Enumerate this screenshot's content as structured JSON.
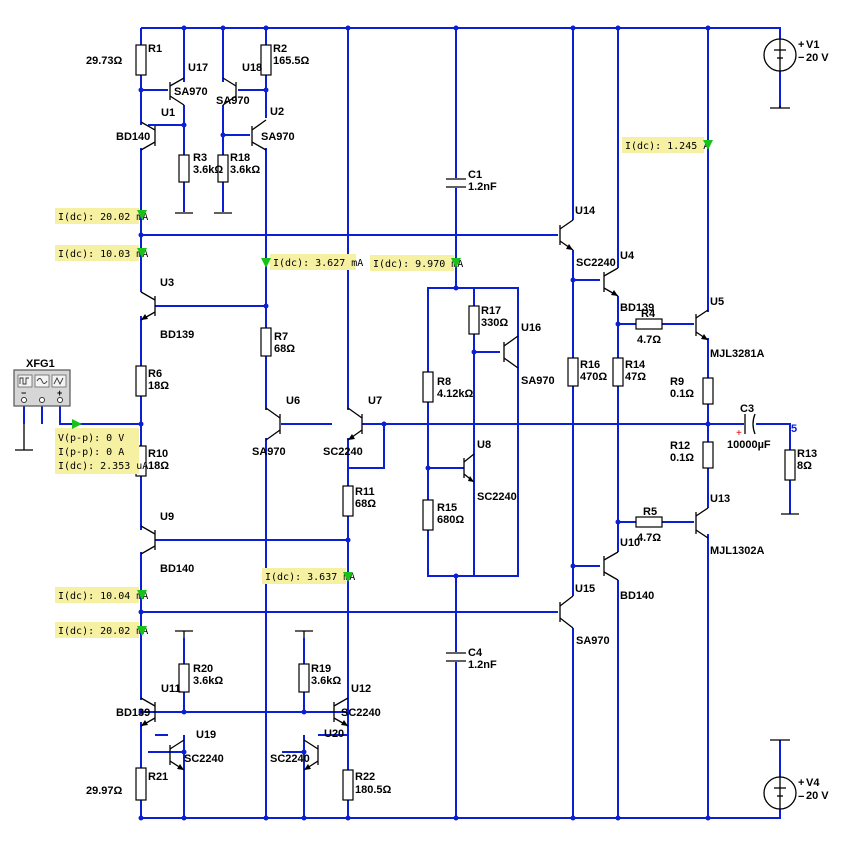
{
  "resistors": [
    {
      "id": "R1",
      "val": "29.73Ω"
    },
    {
      "id": "R2",
      "val": "165.5Ω"
    },
    {
      "id": "R3",
      "val": "3.6kΩ"
    },
    {
      "id": "R18",
      "val": "3.6kΩ"
    },
    {
      "id": "R6",
      "val": "18Ω"
    },
    {
      "id": "R10",
      "val": "18Ω"
    },
    {
      "id": "R7",
      "val": "68Ω"
    },
    {
      "id": "R11",
      "val": "68Ω"
    },
    {
      "id": "R8",
      "val": "4.12kΩ"
    },
    {
      "id": "R17",
      "val": "330Ω"
    },
    {
      "id": "R15",
      "val": "680Ω"
    },
    {
      "id": "R16",
      "val": "470Ω"
    },
    {
      "id": "R14",
      "val": "47Ω"
    },
    {
      "id": "R4",
      "val": "4.7Ω"
    },
    {
      "id": "R5",
      "val": "4.7Ω"
    },
    {
      "id": "R9",
      "val": "0.1Ω"
    },
    {
      "id": "R12",
      "val": "0.1Ω"
    },
    {
      "id": "R13",
      "val": "8Ω"
    },
    {
      "id": "R20",
      "val": "3.6kΩ"
    },
    {
      "id": "R19",
      "val": "3.6kΩ"
    },
    {
      "id": "R21",
      "val": "29.97Ω"
    },
    {
      "id": "R22",
      "val": "180.5Ω"
    }
  ],
  "capacitors": [
    {
      "id": "C1",
      "val": "1.2nF"
    },
    {
      "id": "C4",
      "val": "1.2nF"
    },
    {
      "id": "C3",
      "val": "10000µF"
    }
  ],
  "transistors": [
    {
      "id": "U17",
      "type": "SA970"
    },
    {
      "id": "U18",
      "type": "SA970"
    },
    {
      "id": "U1",
      "type": "BD140"
    },
    {
      "id": "U2",
      "type": "SA970"
    },
    {
      "id": "U3",
      "type": "BD139"
    },
    {
      "id": "U9",
      "type": "BD140"
    },
    {
      "id": "U6",
      "type": "SA970"
    },
    {
      "id": "U7",
      "type": "SC2240"
    },
    {
      "id": "U16",
      "type": "SA970"
    },
    {
      "id": "U8",
      "type": "SC2240"
    },
    {
      "id": "U14",
      "type": "SC2240"
    },
    {
      "id": "U4",
      "type": "BD139"
    },
    {
      "id": "U15",
      "type": "SA970"
    },
    {
      "id": "U10",
      "type": "BD140"
    },
    {
      "id": "U5",
      "type": "MJL3281A"
    },
    {
      "id": "U13",
      "type": "MJL1302A"
    },
    {
      "id": "U11",
      "type": "BD139"
    },
    {
      "id": "U19",
      "type": "SC2240"
    },
    {
      "id": "U12",
      "type": "SC2240"
    },
    {
      "id": "U20",
      "type": "SC2240"
    }
  ],
  "sources": [
    {
      "id": "V1",
      "val": "20 V"
    },
    {
      "id": "V4",
      "val": "20 V"
    }
  ],
  "generator": {
    "id": "XFG1"
  },
  "probes": [
    {
      "key": "p1",
      "text": "I(dc): 20.02 mA"
    },
    {
      "key": "p2",
      "text": "I(dc): 10.03 mA"
    },
    {
      "key": "p3",
      "text": "I(dc): 3.627 mA"
    },
    {
      "key": "p4",
      "text": "I(dc): 9.970 mA"
    },
    {
      "key": "p5",
      "text": "I(dc): 1.245 A"
    },
    {
      "key": "p6",
      "text": "I(dc): 3.637 mA"
    },
    {
      "key": "p7",
      "text": "I(dc): 10.04 mA"
    },
    {
      "key": "p8",
      "text": "I(dc): 20.02 mA"
    }
  ],
  "input_probe": [
    "V(p-p): 0 V",
    "I(p-p): 0 A",
    "I(dc): 2.353 uA"
  ],
  "net_label": "5",
  "pins": {
    "plus": "+",
    "minus": "−"
  }
}
